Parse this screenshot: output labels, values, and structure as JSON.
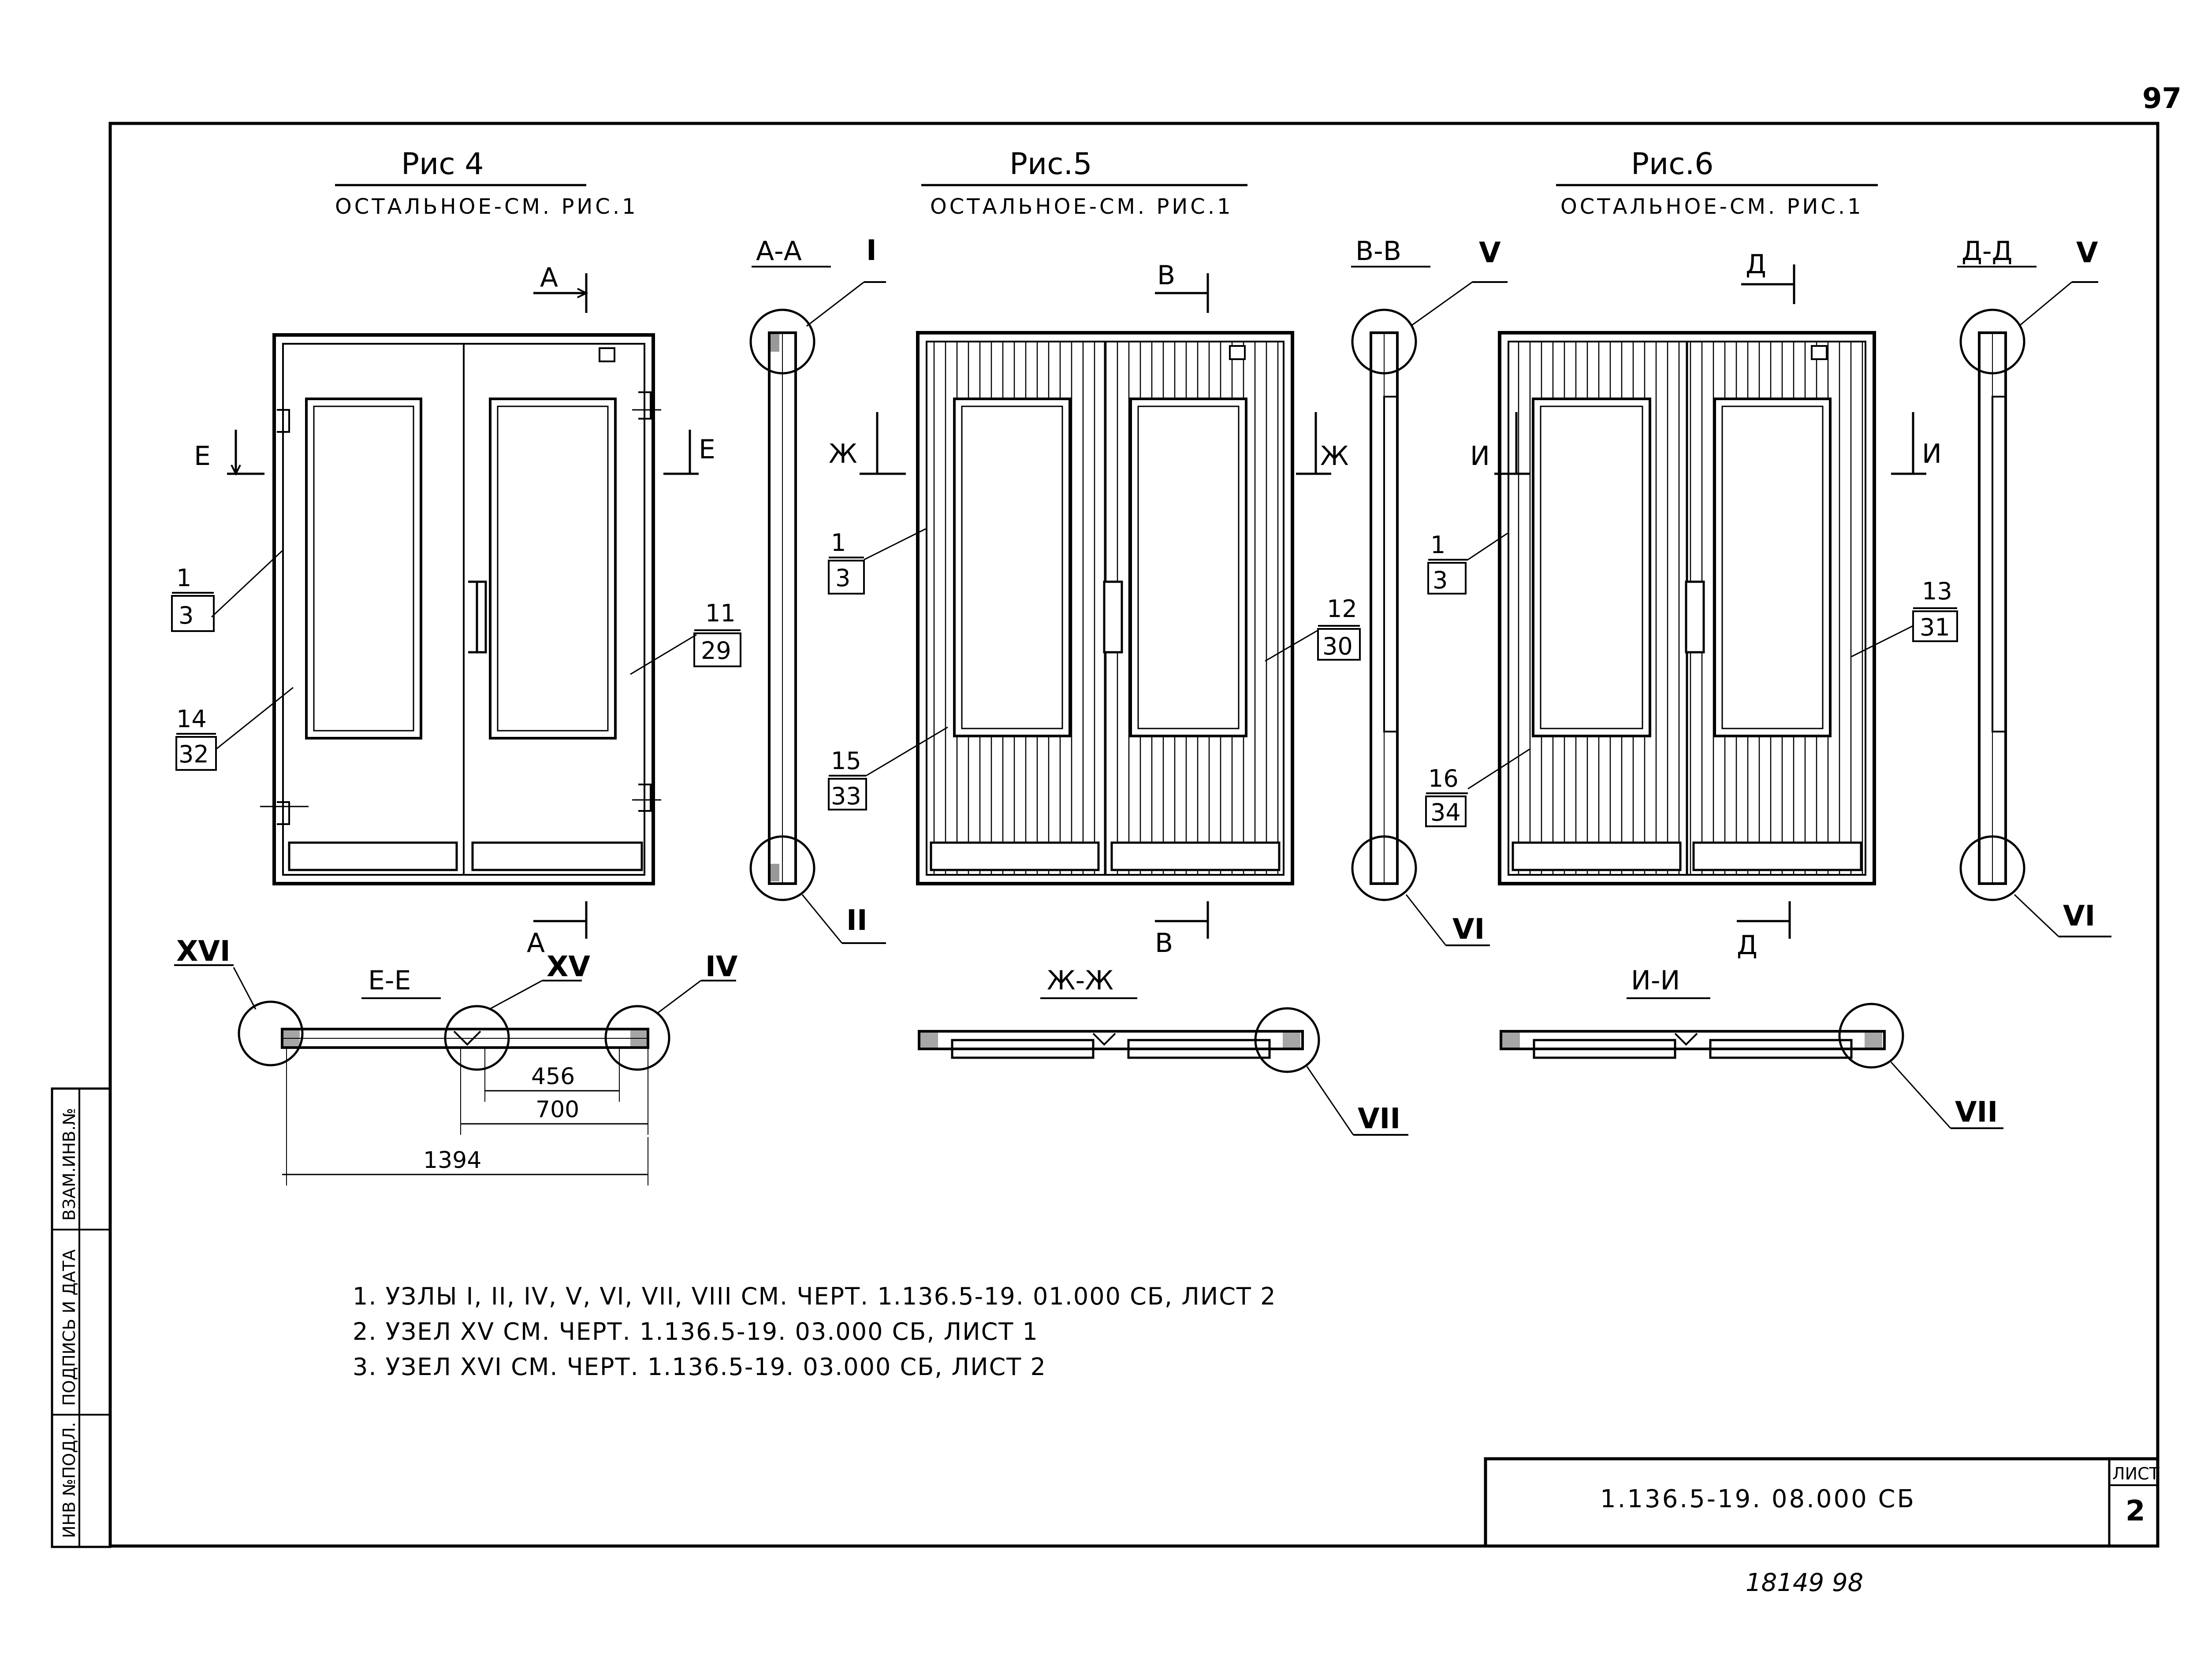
{
  "page_number": "97",
  "figures": {
    "fig4": {
      "title": "Рис 4",
      "subtitle": "ОСТАЛЬНОЕ-СМ. РИС.1"
    },
    "fig5": {
      "title": "Рис.5",
      "subtitle": "ОСТАЛЬНОЕ-СМ. РИС.1"
    },
    "fig6": {
      "title": "Рис.6",
      "subtitle": "ОСТАЛЬНОЕ-СМ. РИС.1"
    }
  },
  "sections": {
    "aa": "А-А",
    "vv": "В-В",
    "dd": "Д-Д",
    "ee": "Е-Е",
    "zhzh": "Ж-Ж",
    "ii": "И-И"
  },
  "cut_letters": {
    "a": "А",
    "b": "В",
    "d": "Д",
    "e": "Е",
    "zh": "Ж",
    "i": "И"
  },
  "nodes": {
    "i": "I",
    "ii": "II",
    "iv": "IV",
    "v": "V",
    "vi": "VI",
    "vii": "VII",
    "xv": "XV",
    "xvi": "XVI"
  },
  "callouts": {
    "fig4": [
      {
        "top": "1",
        "bottom": "3"
      },
      {
        "top": "14",
        "bottom": "32"
      },
      {
        "top": "11",
        "bottom": "29"
      }
    ],
    "fig5": [
      {
        "top": "1",
        "bottom": "3"
      },
      {
        "top": "15",
        "bottom": "33"
      },
      {
        "top": "12",
        "bottom": "30"
      }
    ],
    "fig6": [
      {
        "top": "1",
        "bottom": "3"
      },
      {
        "top": "16",
        "bottom": "34"
      },
      {
        "top": "13",
        "bottom": "31"
      }
    ]
  },
  "dimensions": {
    "d456": "456",
    "d700": "700",
    "d1394": "1394"
  },
  "notes": [
    "1. УЗЛЫ  I, II, IV, V, VI, VII, VIII  СМ. ЧЕРТ. 1.136.5-19. 01.000 СБ, ЛИСТ 2",
    "2. УЗЕЛ  XV  СМ. ЧЕРТ. 1.136.5-19. 03.000 СБ, ЛИСТ 1",
    "3. УЗЕЛ  XVI  СМ. ЧЕРТ. 1.136.5-19. 03.000 СБ, ЛИСТ 2"
  ],
  "side_stamp": [
    "ИНВ №ПОДЛ.",
    "ПОДПИСЬ И ДАТА",
    "ВЗАМ.ИНВ.№"
  ],
  "title_block": {
    "code": "1.136.5-19. 08.000 СБ",
    "sheet_label": "ЛИСТ",
    "sheet_number": "2"
  },
  "footer_handwritten": "18149  98"
}
